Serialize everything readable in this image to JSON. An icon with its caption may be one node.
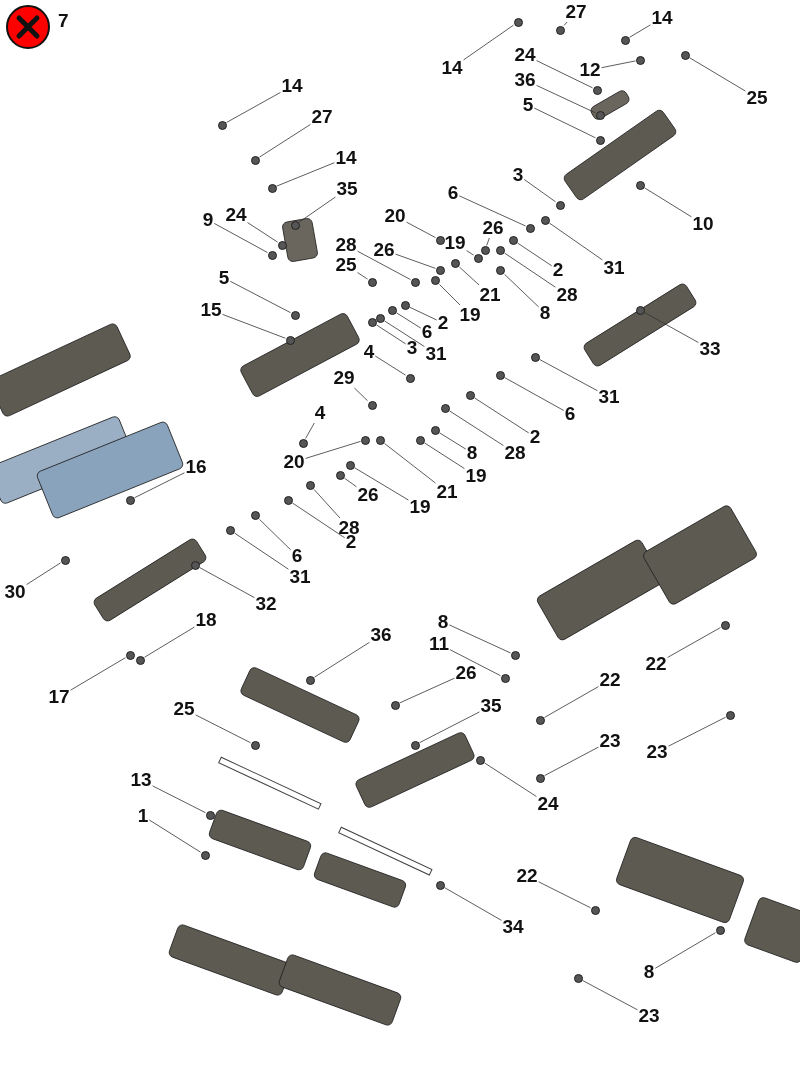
{
  "diagram": {
    "nodes": [
      {
        "text": [
          "27"
        ]
      },
      {
        "text": [
          "14"
        ]
      },
      {
        "text": [
          "14"
        ]
      },
      {
        "text": [
          "24"
        ]
      },
      {
        "text": [
          "12"
        ]
      },
      {
        "text": [
          "36"
        ]
      },
      {
        "text": [
          "25"
        ]
      },
      {
        "text": [
          "5"
        ]
      },
      {
        "text": [
          "14"
        ]
      },
      {
        "text": [
          "27"
        ]
      },
      {
        "text": [
          "3"
        ]
      },
      {
        "text": [
          "14"
        ]
      },
      {
        "text": [
          "35"
        ]
      },
      {
        "text": [
          "10"
        ]
      },
      {
        "text": [
          "6"
        ]
      },
      {
        "text": [
          "9"
        ]
      },
      {
        "text": [
          "24"
        ]
      },
      {
        "text": [
          "20"
        ]
      },
      {
        "text": [
          "26"
        ]
      },
      {
        "text": [
          "19"
        ]
      },
      {
        "text": [
          "2"
        ]
      },
      {
        "text": [
          "31"
        ]
      },
      {
        "text": [
          "28"
        ]
      },
      {
        "text": [
          "26"
        ]
      },
      {
        "text": [
          "25"
        ]
      },
      {
        "text": [
          "28"
        ]
      },
      {
        "text": [
          "21"
        ]
      },
      {
        "text": [
          "5"
        ]
      },
      {
        "text": [
          "15"
        ]
      },
      {
        "text": [
          "2"
        ]
      },
      {
        "text": [
          "8"
        ]
      },
      {
        "text": [
          "19"
        ]
      },
      {
        "text": [
          "6"
        ]
      },
      {
        "text": [
          "3"
        ]
      },
      {
        "text": [
          "31"
        ]
      },
      {
        "text": [
          "33"
        ]
      },
      {
        "text": [
          "4"
        ]
      },
      {
        "text": [
          "29"
        ]
      },
      {
        "text": [
          "31"
        ]
      },
      {
        "text": [
          "6"
        ]
      },
      {
        "text": [
          "4"
        ]
      },
      {
        "text": [
          "20"
        ]
      },
      {
        "text": [
          "2"
        ]
      },
      {
        "text": [
          "28"
        ]
      },
      {
        "text": [
          "8"
        ]
      },
      {
        "text": [
          "16"
        ]
      },
      {
        "text": [
          "19"
        ]
      },
      {
        "text": [
          "21"
        ]
      },
      {
        "text": [
          "19"
        ]
      },
      {
        "text": [
          "26"
        ]
      },
      {
        "text": [
          "28"
        ]
      },
      {
        "text": [
          "2"
        ]
      },
      {
        "text": [
          "6"
        ]
      },
      {
        "text": [
          "30"
        ]
      },
      {
        "text": [
          "31"
        ]
      },
      {
        "text": [
          "32"
        ]
      },
      {
        "text": [
          "18"
        ]
      },
      {
        "text": [
          "17"
        ]
      },
      {
        "text": [
          "8"
        ]
      },
      {
        "text": [
          "36"
        ]
      },
      {
        "text": [
          "11"
        ]
      },
      {
        "text": [
          "22"
        ]
      },
      {
        "text": [
          "22"
        ]
      },
      {
        "text": [
          "26"
        ]
      },
      {
        "text": [
          "25"
        ]
      },
      {
        "text": [
          "35"
        ]
      },
      {
        "text": [
          "23"
        ]
      },
      {
        "text": [
          "23"
        ]
      },
      {
        "text": [
          "13"
        ]
      },
      {
        "text": [
          "24"
        ]
      },
      {
        "text": [
          "1"
        ]
      },
      {
        "text": [
          "22"
        ]
      },
      {
        "text": [
          "34"
        ]
      },
      {
        "text": [
          "8"
        ]
      },
      {
        "text": [
          "23"
        ]
      },
      {
        "text": [],
        "shape": "circle"
      },
      {
        "text": [],
        "shape": "circle"
      },
      {
        "text": [],
        "shape": "circle"
      },
      {
        "text": [],
        "shape": "circle"
      },
      {
        "text": [],
        "shape": "circle"
      },
      {
        "text": [],
        "shape": "circle"
      },
      {
        "text": [],
        "shape": "circle"
      },
      {
        "text": [],
        "shape": "circle"
      },
      {
        "text": [],
        "shape": "circle"
      },
      {
        "text": [],
        "shape": "circle"
      },
      {
        "text": [],
        "shape": "circle"
      },
      {
        "text": [],
        "shape": "circle"
      },
      {
        "text": [],
        "shape": "circle"
      },
      {
        "text": [],
        "shape": "circle"
      },
      {
        "text": [],
        "shape": "circle"
      },
      {
        "text": [],
        "shape": "circle"
      },
      {
        "text": [],
        "shape": "circle"
      },
      {
        "text": [],
        "shape": "circle"
      },
      {
        "text": [],
        "shape": "circle"
      },
      {
        "text": [],
        "shape": "circle"
      },
      {
        "text": [],
        "shape": "circle"
      },
      {
        "text": [],
        "shape": "circle"
      },
      {
        "text": [],
        "shape": "circle"
      },
      {
        "text": [],
        "shape": "circle"
      },
      {
        "text": [],
        "shape": "circle"
      },
      {
        "text": [],
        "shape": "circle"
      },
      {
        "text": [],
        "shape": "circle"
      },
      {
        "text": [],
        "shape": "circle"
      },
      {
        "text": [],
        "shape": "circle"
      },
      {
        "text": [],
        "shape": "circle"
      },
      {
        "text": [],
        "shape": "circle"
      },
      {
        "text": [],
        "shape": "circle"
      },
      {
        "text": [],
        "shape": "circle"
      },
      {
        "text": [],
        "shape": "circle"
      },
      {
        "text": [],
        "shape": "circle"
      },
      {
        "text": [],
        "shape": "circle"
      },
      {
        "text": [],
        "shape": "circle"
      },
      {
        "text": [],
        "shape": "circle"
      },
      {
        "text": [],
        "shape": "circle"
      },
      {
        "text": [],
        "shape": "circle"
      },
      {
        "text": [],
        "shape": "circle"
      },
      {
        "text": [],
        "shape": "circle"
      },
      {
        "text": [],
        "shape": "circle"
      },
      {
        "text": [],
        "shape": "circle"
      },
      {
        "text": [],
        "shape": "circle"
      },
      {
        "text": [],
        "shape": "circle"
      },
      {
        "text": [],
        "shape": "circle"
      },
      {
        "text": [],
        "shape": "circle"
      },
      {
        "text": [],
        "shape": "circle"
      },
      {
        "text": [],
        "shape": "circle"
      },
      {
        "text": [],
        "shape": "circle"
      },
      {
        "text": [],
        "shape": "circle"
      },
      {
        "text": [],
        "shape": "circle"
      },
      {
        "text": [],
        "shape": "circle"
      },
      {
        "text": [],
        "shape": "circle"
      },
      {
        "text": [],
        "shape": "circle"
      },
      {
        "text": [],
        "shape": "circle"
      },
      {
        "text": [],
        "shape": "circle"
      },
      {
        "text": [],
        "shape": "circle"
      },
      {
        "text": [],
        "shape": "circle"
      },
      {
        "text": [],
        "shape": "circle"
      },
      {
        "text": [],
        "shape": "circle"
      },
      {
        "text": [],
        "shape": "circle"
      },
      {
        "text": [],
        "shape": "circle"
      },
      {
        "text": [],
        "shape": "circle"
      },
      {
        "text": [],
        "shape": "circle"
      },
      {
        "text": [],
        "shape": "circle"
      },
      {
        "text": [],
        "shape": "circle"
      },
      {
        "text": [],
        "shape": "circle"
      },
      {
        "text": [],
        "shape": "circle"
      },
      {
        "text": [],
        "shape": "circle"
      },
      {
        "text": [],
        "shape": "circle"
      },
      {
        "text": [],
        "shape": "circle"
      },
      {
        "text": [],
        "shape": "circle"
      },
      {
        "text": [],
        "shape": "circle"
      }
    ],
    "edges": [
      {
        "from": 0,
        "to": 75,
        "arrow": "none"
      },
      {
        "from": 1,
        "to": 76,
        "arrow": "none"
      },
      {
        "from": 2,
        "to": 77,
        "arrow": "none"
      },
      {
        "from": 3,
        "to": 78,
        "arrow": "none"
      },
      {
        "from": 4,
        "to": 79,
        "arrow": "none"
      },
      {
        "from": 5,
        "to": 80,
        "arrow": "none"
      },
      {
        "from": 6,
        "to": 81,
        "arrow": "none"
      },
      {
        "from": 7,
        "to": 82,
        "arrow": "none"
      },
      {
        "from": 8,
        "to": 83,
        "arrow": "none"
      },
      {
        "from": 9,
        "to": 84,
        "arrow": "none"
      },
      {
        "from": 10,
        "to": 85,
        "arrow": "none"
      },
      {
        "from": 11,
        "to": 86,
        "arrow": "none"
      },
      {
        "from": 12,
        "to": 87,
        "arrow": "none"
      },
      {
        "from": 13,
        "to": 88,
        "arrow": "none"
      },
      {
        "from": 14,
        "to": 89,
        "arrow": "none"
      },
      {
        "from": 15,
        "to": 90,
        "arrow": "none"
      },
      {
        "from": 16,
        "to": 91,
        "arrow": "none"
      },
      {
        "from": 17,
        "to": 92,
        "arrow": "none"
      },
      {
        "from": 18,
        "to": 93,
        "arrow": "none"
      },
      {
        "from": 19,
        "to": 94,
        "arrow": "none"
      },
      {
        "from": 20,
        "to": 95,
        "arrow": "none"
      },
      {
        "from": 21,
        "to": 96,
        "arrow": "none"
      },
      {
        "from": 22,
        "to": 97,
        "arrow": "none"
      },
      {
        "from": 23,
        "to": 98,
        "arrow": "none"
      },
      {
        "from": 24,
        "to": 99,
        "arrow": "none"
      },
      {
        "from": 25,
        "to": 100,
        "arrow": "none"
      },
      {
        "from": 26,
        "to": 101,
        "arrow": "none"
      },
      {
        "from": 27,
        "to": 102,
        "arrow": "none"
      },
      {
        "from": 28,
        "to": 103,
        "arrow": "none"
      },
      {
        "from": 29,
        "to": 104,
        "arrow": "none"
      },
      {
        "from": 30,
        "to": 105,
        "arrow": "none"
      },
      {
        "from": 31,
        "to": 106,
        "arrow": "none"
      },
      {
        "from": 32,
        "to": 107,
        "arrow": "none"
      },
      {
        "from": 33,
        "to": 108,
        "arrow": "none"
      },
      {
        "from": 34,
        "to": 109,
        "arrow": "none"
      },
      {
        "from": 35,
        "to": 110,
        "arrow": "none"
      },
      {
        "from": 36,
        "to": 111,
        "arrow": "none"
      },
      {
        "from": 37,
        "to": 112,
        "arrow": "none"
      },
      {
        "from": 38,
        "to": 113,
        "arrow": "none"
      },
      {
        "from": 39,
        "to": 114,
        "arrow": "none"
      },
      {
        "from": 40,
        "to": 115,
        "arrow": "none"
      },
      {
        "from": 41,
        "to": 116,
        "arrow": "none"
      },
      {
        "from": 42,
        "to": 117,
        "arrow": "none"
      },
      {
        "from": 43,
        "to": 118,
        "arrow": "none"
      },
      {
        "from": 44,
        "to": 119,
        "arrow": "none"
      },
      {
        "from": 45,
        "to": 120,
        "arrow": "none"
      },
      {
        "from": 46,
        "to": 121,
        "arrow": "none"
      },
      {
        "from": 47,
        "to": 122,
        "arrow": "none"
      },
      {
        "from": 48,
        "to": 123,
        "arrow": "none"
      },
      {
        "from": 49,
        "to": 124,
        "arrow": "none"
      },
      {
        "from": 50,
        "to": 125,
        "arrow": "none"
      },
      {
        "from": 51,
        "to": 126,
        "arrow": "none"
      },
      {
        "from": 52,
        "to": 127,
        "arrow": "none"
      },
      {
        "from": 53,
        "to": 128,
        "arrow": "none"
      },
      {
        "from": 54,
        "to": 129,
        "arrow": "none"
      },
      {
        "from": 55,
        "to": 130,
        "arrow": "none"
      },
      {
        "from": 56,
        "to": 131,
        "arrow": "none"
      },
      {
        "from": 57,
        "to": 132,
        "arrow": "none"
      },
      {
        "from": 58,
        "to": 133,
        "arrow": "none"
      },
      {
        "from": 59,
        "to": 134,
        "arrow": "none"
      },
      {
        "from": 60,
        "to": 135,
        "arrow": "none"
      },
      {
        "from": 61,
        "to": 136,
        "arrow": "none"
      },
      {
        "from": 62,
        "to": 137,
        "arrow": "none"
      },
      {
        "from": 63,
        "to": 138,
        "arrow": "none"
      },
      {
        "from": 64,
        "to": 139,
        "arrow": "none"
      },
      {
        "from": 65,
        "to": 140,
        "arrow": "none"
      },
      {
        "from": 66,
        "to": 141,
        "arrow": "none"
      },
      {
        "from": 67,
        "to": 142,
        "arrow": "none"
      },
      {
        "from": 68,
        "to": 143,
        "arrow": "none"
      },
      {
        "from": 69,
        "to": 144,
        "arrow": "none"
      },
      {
        "from": 70,
        "to": 145,
        "arrow": "none"
      },
      {
        "from": 71,
        "to": 146,
        "arrow": "none"
      },
      {
        "from": 72,
        "to": 147,
        "arrow": "none"
      },
      {
        "from": 73,
        "to": 148,
        "arrow": "none"
      },
      {
        "from": 74,
        "to": 149,
        "arrow": "none"
      }
    ],
    "labels": [
      "7"
    ]
  }
}
